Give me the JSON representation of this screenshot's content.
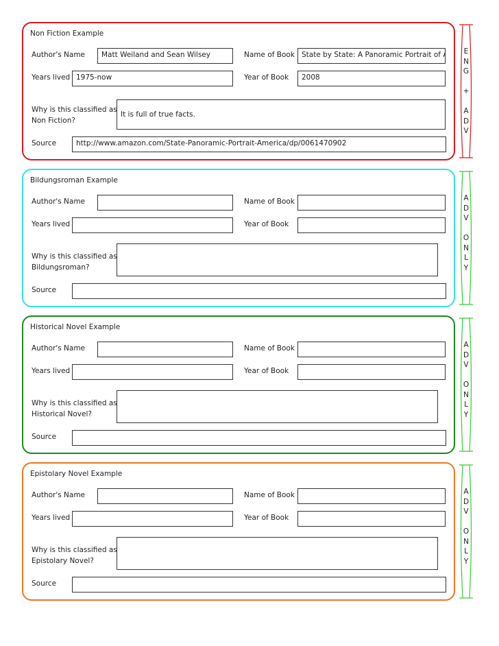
{
  "labels": {
    "authors_name": "Author's  Name",
    "name_of_book": "Name of Book",
    "years_lived": "Years lived",
    "year_of_book": "Year of Book",
    "source": "Source"
  },
  "cards": [
    {
      "title": "Non Fiction Example",
      "color": "#d7191c",
      "why_line1": "Why is this classified as",
      "why_line2": "Non Fiction?",
      "authors_name": "Matt Weiland and Sean Wilsey",
      "book_name": "State by State: A Panoramic Portrait of America",
      "years_lived": "1975-now",
      "year_of_book": "2008",
      "why": "It is full of true facts.",
      "source": "http://www.amazon.com/State-Panoramic-Portrait-America/dp/0061470902",
      "side_label": [
        "E",
        "N",
        "G",
        "",
        "+",
        "",
        "A",
        "D",
        "V"
      ]
    },
    {
      "title": "Bildungsroman  Example",
      "color": "#33e0e6",
      "why_line1": "Why is this classified as a",
      "why_line2": "Bildungsroman?",
      "authors_name": "",
      "book_name": "",
      "years_lived": "",
      "year_of_book": "",
      "why": "",
      "source": "",
      "side_label": [
        "A",
        "D",
        "V",
        "",
        "O",
        "N",
        "L",
        "Y"
      ]
    },
    {
      "title": "Historical Novel  Example",
      "color": "#1a8a1a",
      "why_line1": "Why is this classified as a",
      "why_line2": "Historical Novel?",
      "authors_name": "",
      "book_name": "",
      "years_lived": "",
      "year_of_book": "",
      "why": "",
      "source": "",
      "side_label": [
        "A",
        "D",
        "V",
        "",
        "O",
        "N",
        "L",
        "Y"
      ]
    },
    {
      "title": "Epistolary Novel  Example",
      "color": "#ee7722",
      "why_line1": "Why is this classified as a",
      "why_line2": "Epistolary Novel?",
      "authors_name": "",
      "book_name": "",
      "years_lived": "",
      "year_of_book": "",
      "why": "",
      "source": "",
      "side_label": [
        "A",
        "D",
        "V",
        "",
        "O",
        "N",
        "L",
        "Y"
      ]
    }
  ],
  "side_colors": [
    "#d7191c",
    "#33cc33",
    "#33cc33",
    "#33cc33"
  ]
}
